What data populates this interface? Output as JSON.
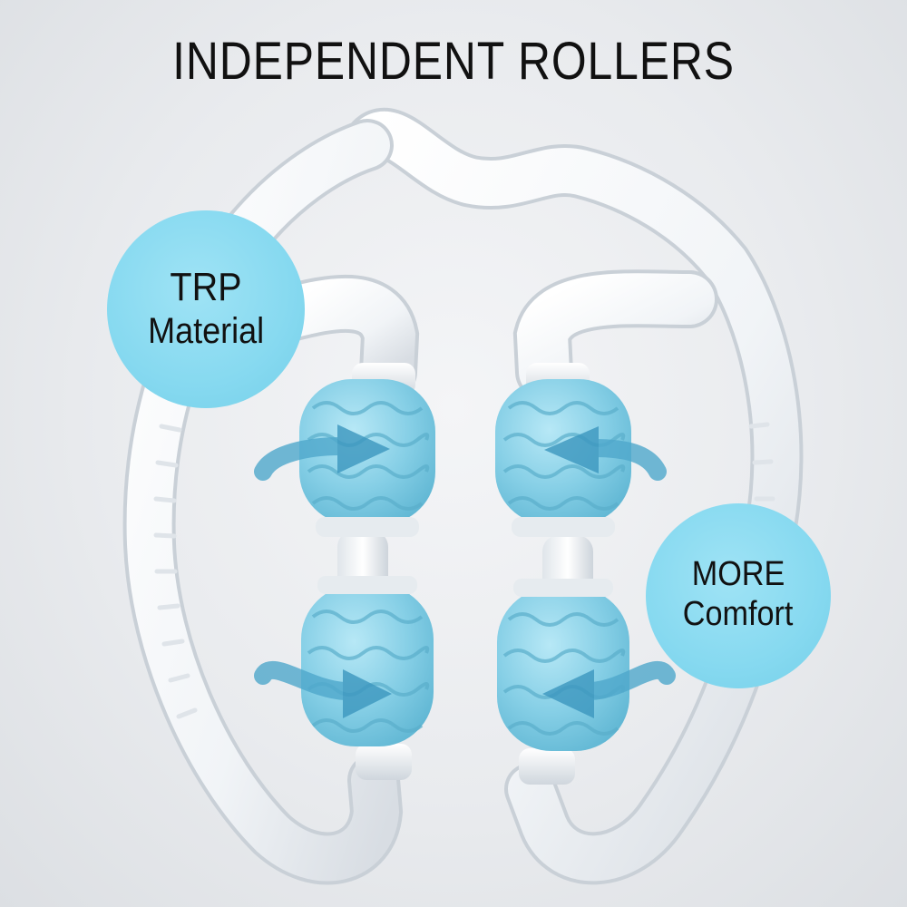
{
  "headline": "INDEPENDENT ROLLERS",
  "badges": {
    "left": {
      "line1": "TRP",
      "line2": "Material"
    },
    "right": {
      "line1": "MORE",
      "line2": "Comfort"
    }
  },
  "colors": {
    "frame": "#f7f9fb",
    "roller": "#8fd3ea",
    "badge": "#86d9f0",
    "text": "#111111"
  }
}
